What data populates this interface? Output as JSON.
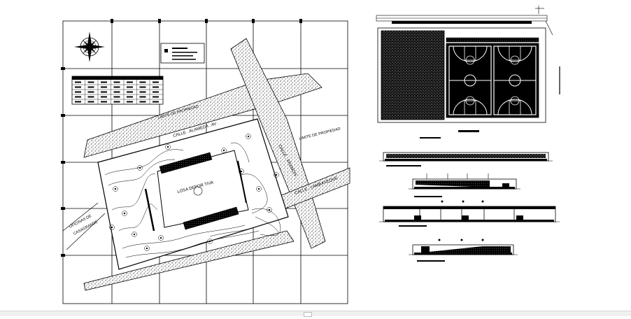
{
  "site_plan": {
    "labels": {
      "limite_propiedad_top": "LIMITE DE PROPIEDAD",
      "limite_propiedad_right": "LIMITE DE PROPIEDAD",
      "calle_top": "CALLE . ALAMEDA . AV .",
      "calle_right": "CALLE . FRANCIS .",
      "calle_bottom": "CALLE . LAMBAYEQUE",
      "losa": "LOSA DEPOR TIVA",
      "oficinas": "OFICINAS DE",
      "casagrande": "CASAGRANDE"
    }
  },
  "colors": {
    "line": "#000000",
    "stipple": "#1a1a1a",
    "court_green": "#1a1a1a"
  },
  "icons": {
    "north_arrow": "compass-rose-icon"
  }
}
